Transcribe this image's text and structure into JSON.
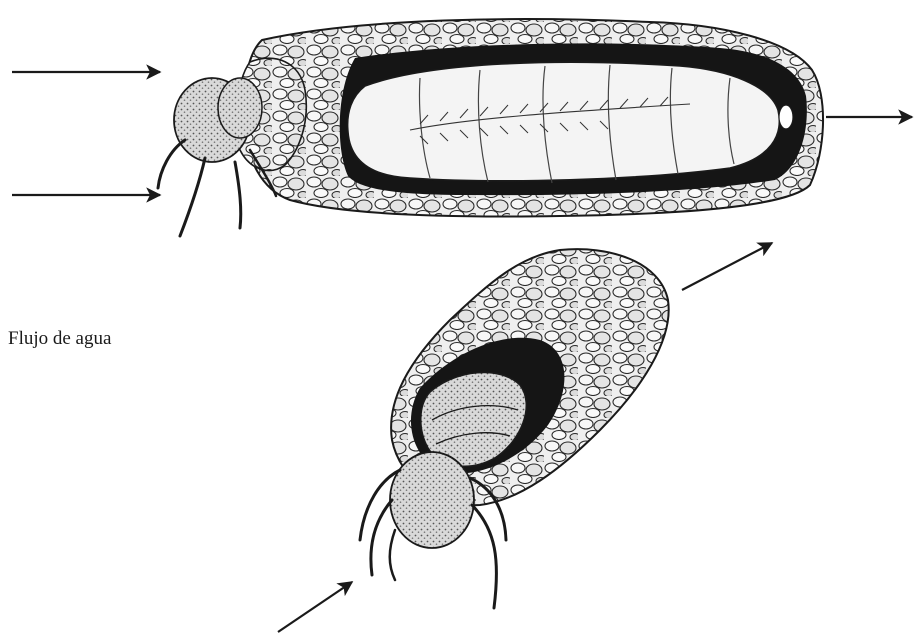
{
  "figure": {
    "label": "Flujo de agua",
    "palette": {
      "ink": "#1a1a1a",
      "case_dark": "#151515",
      "pebble_fill": "#ededed",
      "larva_fill": "#f4f4f4",
      "background": "#ffffff"
    },
    "illustrations": [
      "caddisfly-case-cross-section",
      "caddisfly-larva-in-case"
    ],
    "arrows": [
      "inflow-arrow",
      "inflow-arrow",
      "outflow-arrow",
      "flow-arrow",
      "flow-arrow"
    ]
  }
}
